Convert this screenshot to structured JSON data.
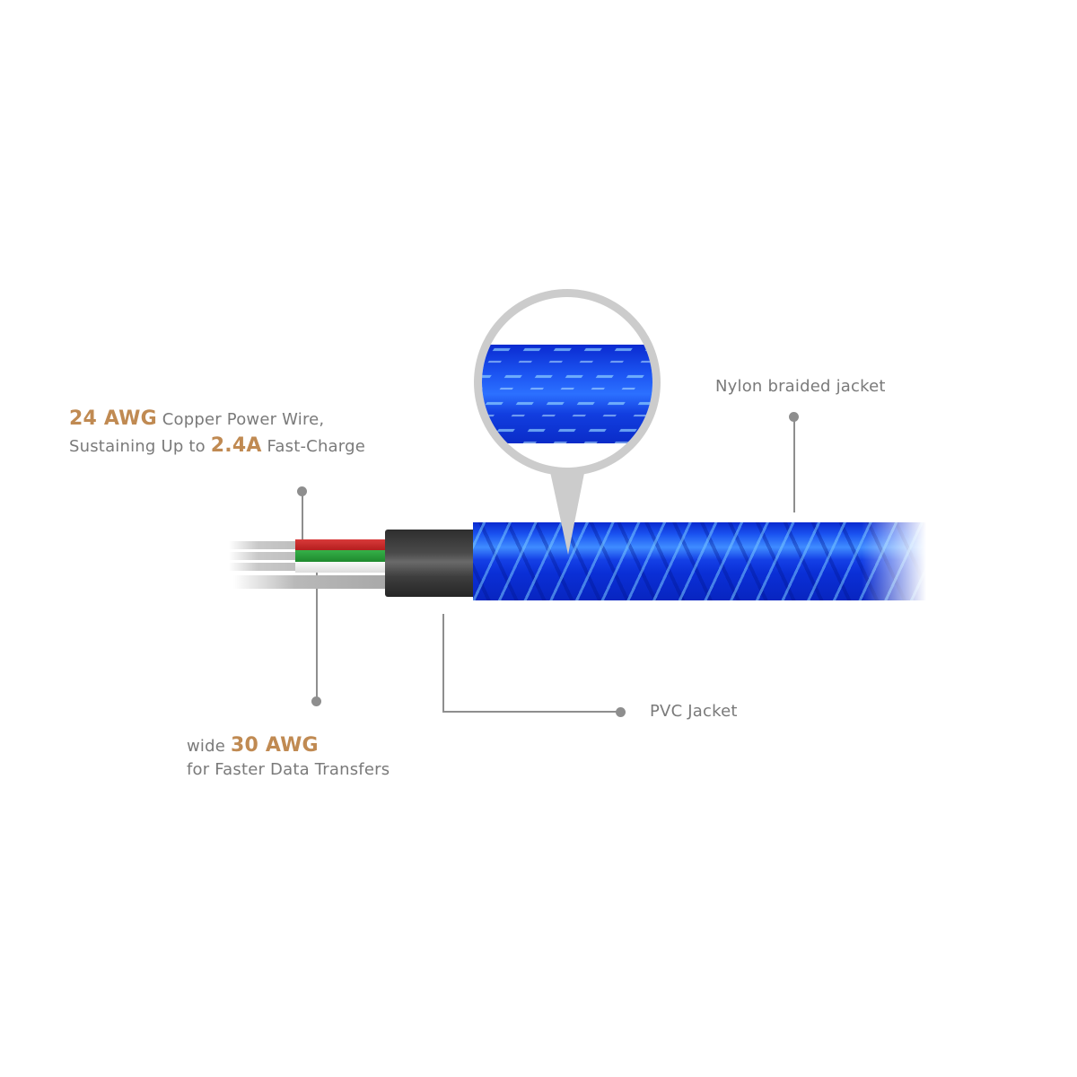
{
  "callouts": {
    "copper_wire": {
      "highlight_1": "24 AWG",
      "text_1": " Copper Power Wire,",
      "text_2": "Sustaining Up to ",
      "highlight_2": "2.4A",
      "text_3": " Fast-Charge"
    },
    "data_wire": {
      "prefix": "wide ",
      "highlight": "30 AWG",
      "text": "for Faster Data Transfers"
    },
    "nylon": {
      "text": "Nylon braided jacket"
    },
    "pvc": {
      "text": "PVC Jacket"
    }
  },
  "colors": {
    "accent": "#c08a52",
    "label_grey": "#7a7a7a",
    "leader_grey": "#8e8e8e",
    "braid_blue": "#0a2fd6",
    "braid_highlight": "#5ab4ff",
    "wire_red": "#c82828",
    "wire_green": "#2a9a3a",
    "wire_white": "#f2f2f2",
    "pvc_dark": "#3c3c3c",
    "magnifier_ring": "#cccccc"
  }
}
